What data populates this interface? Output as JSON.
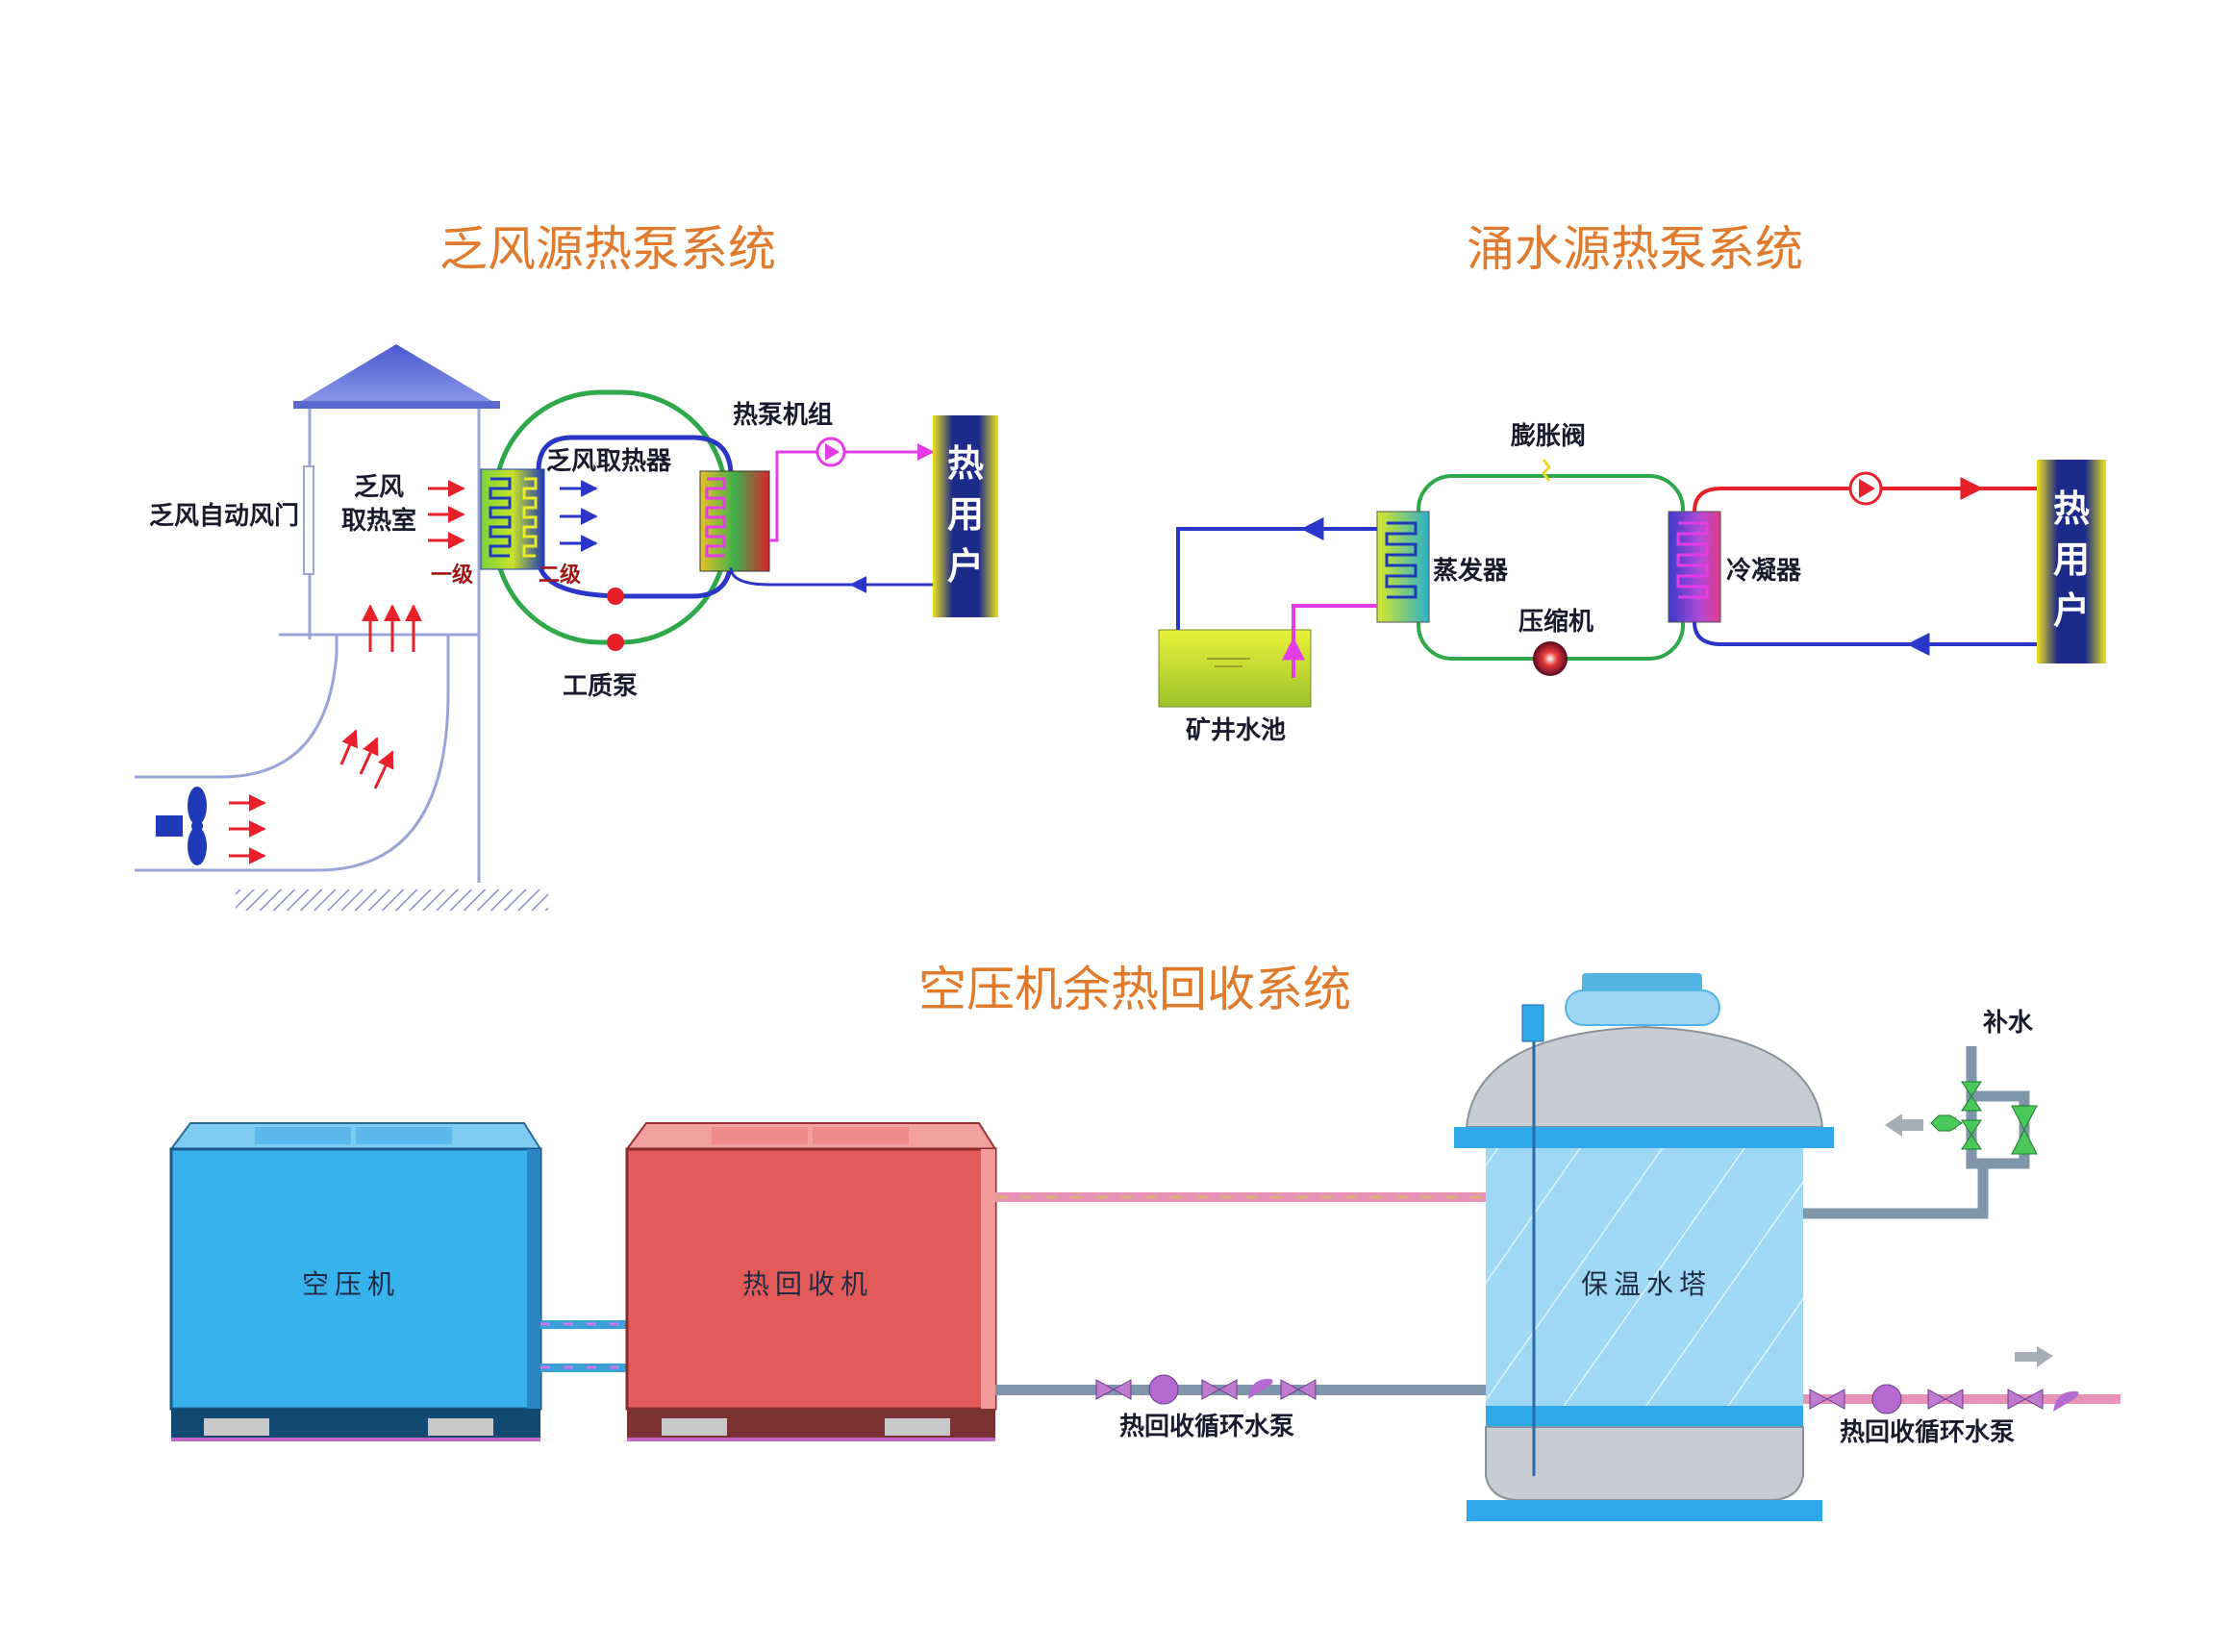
{
  "titles": {
    "exhaust_air": "乏风源热泵系统",
    "water_source": "涌水源热泵系统",
    "compressor_heat": "空压机余热回收系统"
  },
  "exhaust_air": {
    "damper_label": "乏风自动风门",
    "chamber_label_1": "乏风",
    "chamber_label_2": "取热室",
    "exchanger_label": "乏风取热器",
    "heatpump_label": "热泵机组",
    "stage1": "一级",
    "stage2": "二级",
    "pump_label": "工质泵",
    "user_chars": [
      "热",
      "用",
      "户"
    ]
  },
  "water_source": {
    "valve_label": "膨胀阀",
    "evaporator_label": "蒸发器",
    "condenser_label": "冷凝器",
    "compressor_label": "压缩机",
    "pool_label": "矿井水池",
    "user_chars": [
      "热",
      "用",
      "户"
    ]
  },
  "compressor_heat": {
    "compressor_label": "空压机",
    "recovery_label": "热回收机",
    "tower_label": "保温水塔",
    "makeup_label": "补水",
    "pump_label_1": "热回收循环水泵",
    "pump_label_2": "热回收循环水泵"
  },
  "colors": {
    "title": "#e07a2c",
    "pipe_blue": "#2a36c8",
    "pipe_red": "#e8202a",
    "pipe_green": "#2ea84a",
    "pipe_magenta": "#e43ce6",
    "compressor_box": "#38b2ec",
    "recovery_box": "#e35b58",
    "tower_glass": "#9fd8f4"
  }
}
